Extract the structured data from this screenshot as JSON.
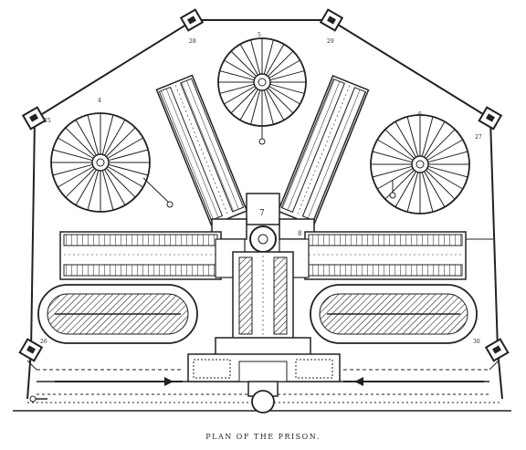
{
  "caption": "PLAN OF THE PRISON.",
  "tower_numbers": [
    "25",
    "26",
    "27",
    "28",
    "29",
    "30"
  ],
  "yard_numbers": [
    "4",
    "5",
    "6"
  ],
  "room_numbers": [
    "7",
    "8"
  ],
  "colors": {
    "ink": "#222222",
    "paper": "#ffffff"
  }
}
